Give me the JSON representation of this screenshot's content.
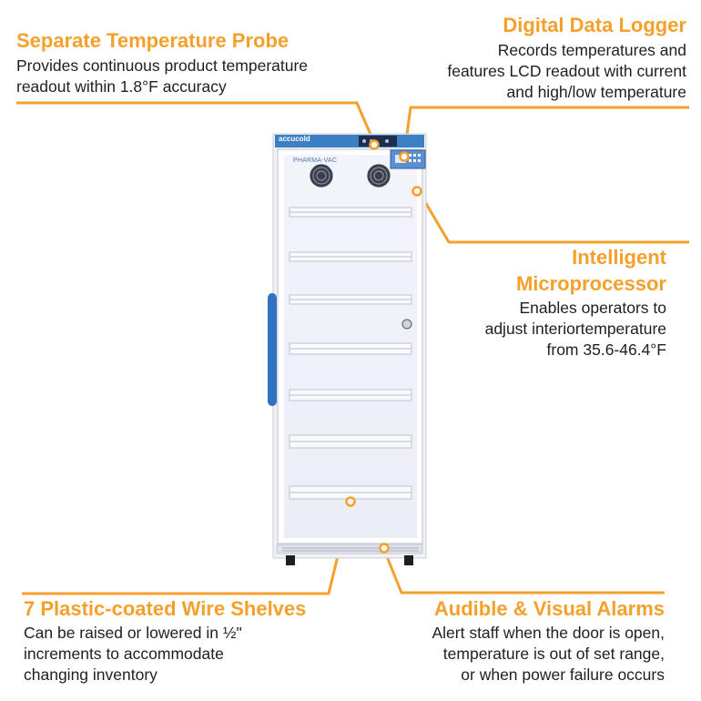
{
  "callouts": {
    "probe": {
      "title": "Separate Temperature Probe",
      "body": [
        "Provides continuous product temperature",
        "readout within 1.8°F accuracy"
      ]
    },
    "logger": {
      "title": "Digital Data Logger",
      "body": [
        "Records temperatures and",
        "features LCD readout with current",
        "and high/low temperature"
      ]
    },
    "micro": {
      "title": [
        "Intelligent",
        "Microprocessor"
      ],
      "body": [
        "Enables operators to",
        "adjust interiortemperature",
        "from 35.6-46.4°F"
      ]
    },
    "shelves": {
      "title": "7 Plastic-coated Wire Shelves",
      "body": [
        "Can be raised or lowered in ½\"",
        "increments to accommodate",
        "changing inventory"
      ]
    },
    "alarms": {
      "title": "Audible & Visual Alarms",
      "body": [
        "Alert staff when the door is open,",
        "temperature is out of set range,",
        "or when power failure occurs"
      ]
    }
  },
  "fridge": {
    "brand": "accucold",
    "door_label": "PHARMA-VAC"
  },
  "colors": {
    "accent": "#f4a02b",
    "fridge_blue": "#3b7fc4",
    "handle_blue": "#2f72c0"
  }
}
